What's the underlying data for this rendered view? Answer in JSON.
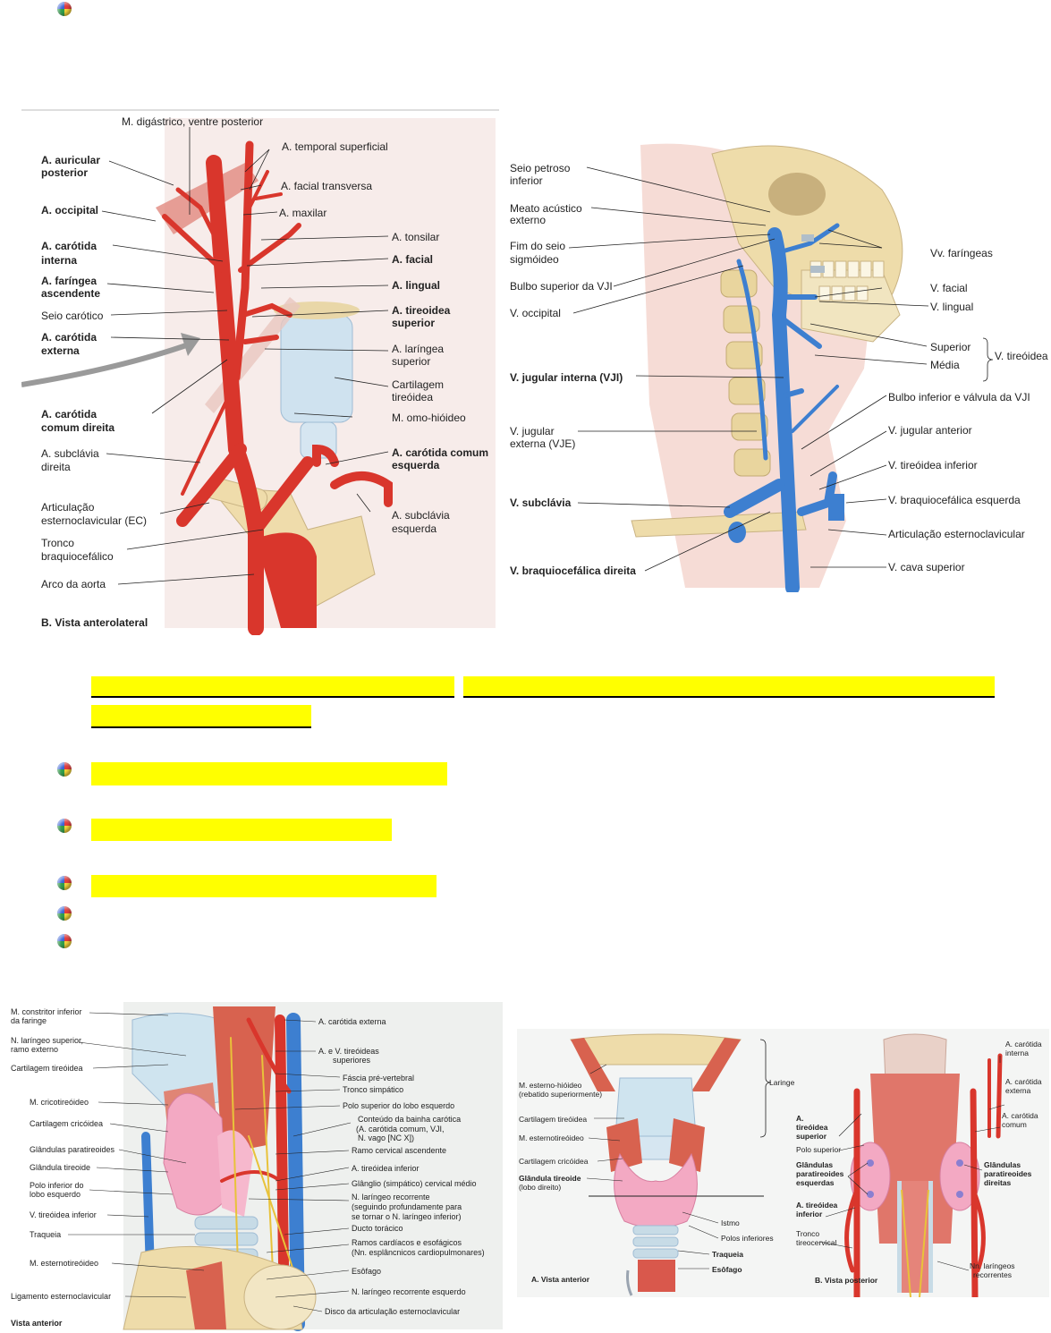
{
  "fig1": {
    "labels": [
      {
        "text": "M. digástrico, ventre posterior",
        "bold": false
      },
      {
        "text": "A. auricular",
        "bold": true
      },
      {
        "text": "posterior",
        "bold": true
      },
      {
        "text": "A. temporal superficial",
        "bold": false
      },
      {
        "text": "A. facial transversa",
        "bold": false
      },
      {
        "text": "A. occipital",
        "bold": true
      },
      {
        "text": "A. maxilar",
        "bold": false
      },
      {
        "text": "A. carótida",
        "bold": true
      },
      {
        "text": "interna",
        "bold": true
      },
      {
        "text": "A. tonsilar",
        "bold": false
      },
      {
        "text": "A. facial",
        "bold": true
      },
      {
        "text": "A. faríngea",
        "bold": true
      },
      {
        "text": "ascendente",
        "bold": true
      },
      {
        "text": "A. lingual",
        "bold": true
      },
      {
        "text": "Seio carótico",
        "bold": false
      },
      {
        "text": "A. tireoidea",
        "bold": true
      },
      {
        "text": "superior",
        "bold": true
      },
      {
        "text": "A. carótida",
        "bold": true
      },
      {
        "text": "externa",
        "bold": true
      },
      {
        "text": "A. laríngea",
        "bold": false
      },
      {
        "text": "superior",
        "bold": false
      },
      {
        "text": "Cartilagem",
        "bold": false
      },
      {
        "text": "tireóidea",
        "bold": false
      },
      {
        "text": "A. carótida",
        "bold": true
      },
      {
        "text": "comum direita",
        "bold": true
      },
      {
        "text": "M. omo-hióideo",
        "bold": false
      },
      {
        "text": "A. subclávia",
        "bold": false
      },
      {
        "text": "direita",
        "bold": false
      },
      {
        "text": "A. carótida comum",
        "bold": true
      },
      {
        "text": "esquerda",
        "bold": true
      },
      {
        "text": "Articulação",
        "bold": false
      },
      {
        "text": "esternoclavicular (EC)",
        "bold": false
      },
      {
        "text": "A. subclávia",
        "bold": false
      },
      {
        "text": "esquerda",
        "bold": false
      },
      {
        "text": "Tronco",
        "bold": false
      },
      {
        "text": "braquiocefálico",
        "bold": false
      },
      {
        "text": "Arco da aorta",
        "bold": false
      },
      {
        "text": "B. Vista anterolateral",
        "bold": true
      }
    ]
  },
  "fig2": {
    "labels": [
      {
        "text": "Seio petroso",
        "bold": false
      },
      {
        "text": "inferior",
        "bold": false
      },
      {
        "text": "Meato acústico",
        "bold": false
      },
      {
        "text": "externo",
        "bold": false
      },
      {
        "text": "Vv. faríngeas",
        "bold": false
      },
      {
        "text": "Fim do seio",
        "bold": false
      },
      {
        "text": "sigmóideo",
        "bold": false
      },
      {
        "text": "Bulbo superior da VJI",
        "bold": false
      },
      {
        "text": "V. facial",
        "bold": false
      },
      {
        "text": "V. lingual",
        "bold": false
      },
      {
        "text": "V. occipital",
        "bold": false
      },
      {
        "text": "Superior",
        "bold": false
      },
      {
        "text": "Média",
        "bold": false
      },
      {
        "text": "V. tireóidea",
        "bold": false
      },
      {
        "text": "V. jugular interna (VJI)",
        "bold": true
      },
      {
        "text": "Bulbo inferior e válvula da VJI",
        "bold": false
      },
      {
        "text": "V. jugular",
        "bold": false
      },
      {
        "text": "externa (VJE)",
        "bold": false
      },
      {
        "text": "V. jugular anterior",
        "bold": false
      },
      {
        "text": "V. tireóidea inferior",
        "bold": false
      },
      {
        "text": "V. subclávia",
        "bold": true
      },
      {
        "text": "V. braquiocefálica esquerda",
        "bold": false
      },
      {
        "text": "Articulação esternoclavicular",
        "bold": false
      },
      {
        "text": "V. braquiocefálica direita",
        "bold": true
      },
      {
        "text": "V. cava superior",
        "bold": false
      }
    ]
  },
  "fig3": {
    "labels": [
      {
        "text": "M. constritor inferior"
      },
      {
        "text": "da faringe"
      },
      {
        "text": "A. carótida externa"
      },
      {
        "text": "N. laríngeo superior,"
      },
      {
        "text": "ramo externo"
      },
      {
        "text": "A. e V. tireóideas"
      },
      {
        "text": "superiores"
      },
      {
        "text": "Cartilagem tireóidea"
      },
      {
        "text": "Fáscia pré-vertebral"
      },
      {
        "text": "Tronco simpático"
      },
      {
        "text": "M. cricotireóideo"
      },
      {
        "text": "Polo superior do lobo esquerdo"
      },
      {
        "text": "Conteúdo da bainha carótica"
      },
      {
        "text": "(A. carótida comum, VJI,"
      },
      {
        "text": "N. vago [NC X])"
      },
      {
        "text": "Cartilagem cricóidea"
      },
      {
        "text": "Glândulas paratireoides"
      },
      {
        "text": "Ramo cervical ascendente"
      },
      {
        "text": "Glândula tireoide"
      },
      {
        "text": "A. tireóidea inferior"
      },
      {
        "text": "Polo inferior do"
      },
      {
        "text": "lobo esquerdo"
      },
      {
        "text": "Glânglio (simpático) cervical médio"
      },
      {
        "text": "N. laríngeo recorrente"
      },
      {
        "text": "(seguindo profundamente para"
      },
      {
        "text": "se tornar o N. laríngeo inferior)"
      },
      {
        "text": "V. tireóidea inferior"
      },
      {
        "text": "Ducto torácico"
      },
      {
        "text": "Traqueia"
      },
      {
        "text": "Ramos cardíacos e esofágicos"
      },
      {
        "text": "(Nn. esplâncnicos cardiopulmonares)"
      },
      {
        "text": "M. esternotireóideo"
      },
      {
        "text": "Esôfago"
      },
      {
        "text": "Ligamento esternoclavicular"
      },
      {
        "text": "N. laríngeo recorrente esquerdo"
      },
      {
        "text": "Disco da articulação esternoclavicular"
      },
      {
        "text": "Vista anterior"
      }
    ]
  },
  "fig4": {
    "labels": [
      {
        "text": "M. esterno-hióideo",
        "bold": false
      },
      {
        "text": "(rebatido superiormente)",
        "bold": false
      },
      {
        "text": "Laringe",
        "bold": false
      },
      {
        "text": "Cartilagem tireóidea",
        "bold": false
      },
      {
        "text": "M. esternotireóideo",
        "bold": false
      },
      {
        "text": "Cartilagem cricóidea",
        "bold": false
      },
      {
        "text": "Glândula tireoide",
        "bold": true
      },
      {
        "text": "(lobo direito)",
        "bold": false
      },
      {
        "text": "Istmo",
        "bold": false
      },
      {
        "text": "Polos inferiores",
        "bold": false
      },
      {
        "text": "Traqueia",
        "bold": true
      },
      {
        "text": "Esôfago",
        "bold": true
      },
      {
        "text": "A. Vista anterior",
        "bold": true
      },
      {
        "text": "A. carótida",
        "bold": false
      },
      {
        "text": "interna",
        "bold": false
      },
      {
        "text": "A. carótida",
        "bold": false
      },
      {
        "text": "externa",
        "bold": false
      },
      {
        "text": "A.",
        "bold": true
      },
      {
        "text": "tireóidea",
        "bold": true
      },
      {
        "text": "superior",
        "bold": true
      },
      {
        "text": "Polo superior",
        "bold": false
      },
      {
        "text": "A. carótida",
        "bold": false
      },
      {
        "text": "comum",
        "bold": false
      },
      {
        "text": "Glândulas",
        "bold": true
      },
      {
        "text": "paratireoides",
        "bold": true
      },
      {
        "text": "esquerdas",
        "bold": true
      },
      {
        "text": "Glândulas",
        "bold": true
      },
      {
        "text": "paratireoides",
        "bold": true
      },
      {
        "text": "direitas",
        "bold": true
      },
      {
        "text": "A. tireóidea",
        "bold": true
      },
      {
        "text": "inferior",
        "bold": true
      },
      {
        "text": "Tronco",
        "bold": false
      },
      {
        "text": "tireocervical",
        "bold": false
      },
      {
        "text": "Nn. laríngeos",
        "bold": false
      },
      {
        "text": "recorrentes",
        "bold": false
      },
      {
        "text": "B. Vista posterior",
        "bold": true
      }
    ]
  },
  "colors": {
    "highlight": "#ffff00",
    "artery": "#d9362c",
    "vein": "#3d7fd0",
    "bone": "#eedcaa",
    "skin": "#f6dcd6"
  }
}
